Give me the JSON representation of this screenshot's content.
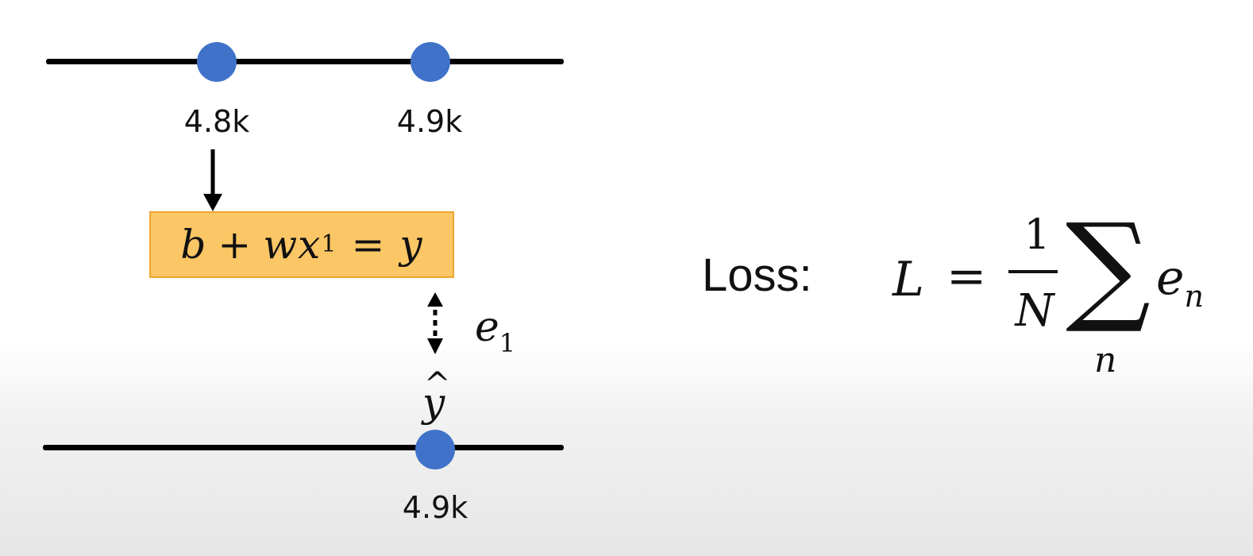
{
  "top_axis": {
    "points": [
      {
        "label": "4.8k"
      },
      {
        "label": "4.9k"
      }
    ]
  },
  "bottom_axis": {
    "points": [
      {
        "label": "4.9k"
      }
    ]
  },
  "model": {
    "b": "b",
    "plus": "+",
    "w": "w",
    "x": "x",
    "x_sub": "1",
    "equals": "=",
    "y": "y"
  },
  "error": {
    "symbol": "e",
    "sub": "1"
  },
  "prediction": {
    "symbol": "y",
    "hat": "^"
  },
  "loss": {
    "label": "Loss:",
    "L": "L",
    "equals": "=",
    "numerator": "1",
    "denominator": "N",
    "sum": "∑",
    "sum_index": "n",
    "term": "e",
    "term_sub": "n"
  },
  "colors": {
    "point": "#3f72c8",
    "box_fill": "#fbc665",
    "box_border": "#f0a530"
  }
}
